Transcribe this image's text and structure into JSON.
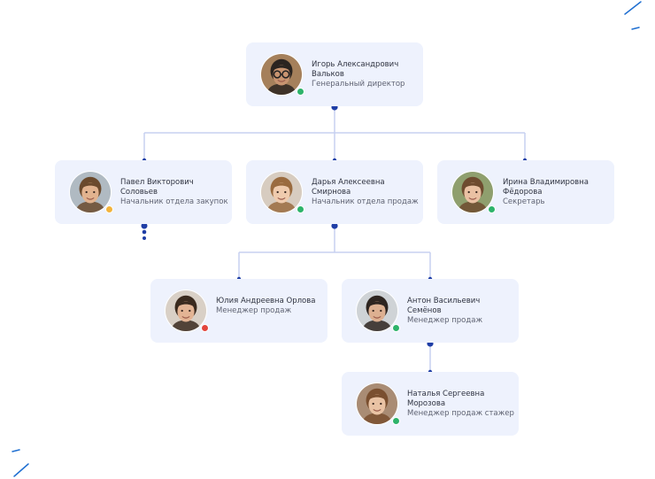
{
  "employees": [
    {
      "name": "Игорь Александрович Вальков",
      "role": "Генеральный директор",
      "status_color": "#2db36a",
      "skin": "#c89470",
      "hair": "#2b2420",
      "glasses": true,
      "bg": "#a5805b"
    },
    {
      "name": "Павел Викторович Соловьев",
      "role": "Начальник отдела закупок",
      "status_color": "#f2b33c",
      "skin": "#e2b38f",
      "hair": "#6b4a2d",
      "glasses": false,
      "bg": "#b0bac2"
    },
    {
      "name": "Дарья Алексеевна Смирнова",
      "role": "Начальник отдела продаж",
      "status_color": "#2db36a",
      "skin": "#efcbae",
      "hair": "#9a6b3f",
      "glasses": false,
      "bg": "#d7ccc0"
    },
    {
      "name": "Ирина Владимировна Фёдорова",
      "role": "Секретарь",
      "status_color": "#2db36a",
      "skin": "#eac1a3",
      "hair": "#6e4b2f",
      "glasses": false,
      "bg": "#8f9f6e"
    },
    {
      "name": "Юлия Андреевна Орлова",
      "role": "Менеджер продаж",
      "status_color": "#e2453c",
      "skin": "#e3b494",
      "hair": "#3a2a1e",
      "glasses": false,
      "bg": "#d9d0c6"
    },
    {
      "name": "Антон Васильевич Семёнов",
      "role": "Менеджер продаж",
      "status_color": "#2db36a",
      "skin": "#ddb091",
      "hair": "#2e2520",
      "glasses": false,
      "bg": "#cfd3d6"
    },
    {
      "name": "Наталья Сергеевна Морозова",
      "role": "Менеджер продаж стажер",
      "status_color": "#2db36a",
      "skin": "#e9c3a4",
      "hair": "#7a4f2f",
      "glasses": false,
      "bg": "#a98c74"
    }
  ],
  "colors": {
    "card_bg": "#eef2fd",
    "connector": "#c7d0f0",
    "node": "#1f3ea6",
    "text": "#2f3340",
    "deco": "#1f6fd1"
  }
}
